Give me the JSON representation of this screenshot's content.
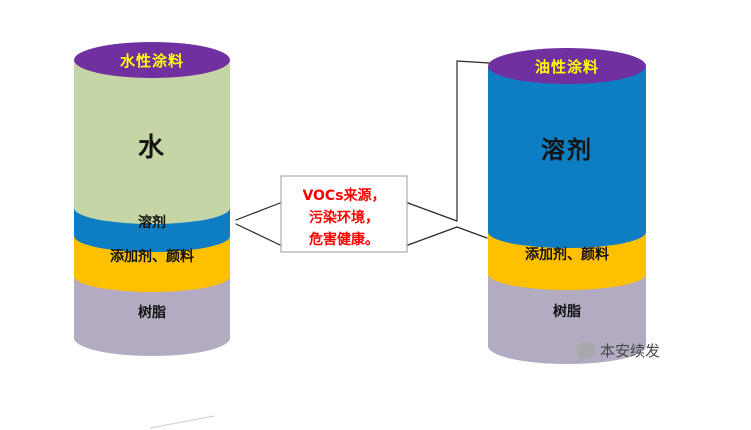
{
  "canvas": {
    "bg": "#ffffff"
  },
  "left_cylinder": {
    "title": "水性涂料",
    "title_color": "#ffff00",
    "header_color": "#7030a0",
    "sections": [
      {
        "label": "水",
        "color": "#c5d5a5"
      },
      {
        "label": "溶剂",
        "color": "#0e7ec4"
      },
      {
        "label": "添加剂、颜料",
        "color": "#ffc000"
      },
      {
        "label": "树脂",
        "color": "#b3abc1"
      }
    ]
  },
  "right_cylinder": {
    "title": "油性涂料",
    "title_color": "#ffff00",
    "header_color": "#7030a0",
    "sections": [
      {
        "label": "溶剂",
        "color": "#0e7ec4"
      },
      {
        "label": "添加剂、颜料",
        "color": "#ffc000"
      },
      {
        "label": "树脂",
        "color": "#b3abc1"
      }
    ]
  },
  "callout": {
    "lines": [
      "VOCs来源，",
      "污染环境，",
      "危害健康。"
    ],
    "text_color": "#ff0000",
    "bg": "#ffffff",
    "border": "#9b9b9b"
  },
  "watermark": {
    "text": "本安续发",
    "color": "#474747"
  }
}
